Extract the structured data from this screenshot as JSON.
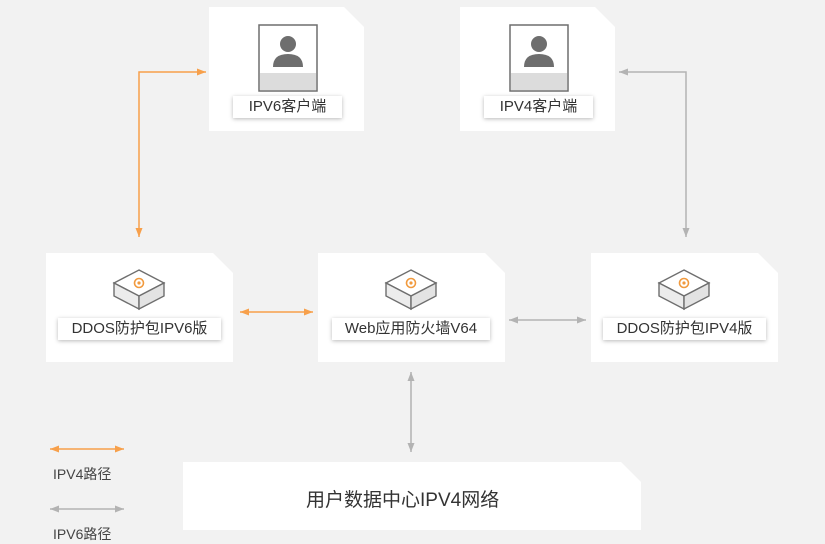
{
  "nodes": {
    "ipv6_client": "IPV6客户端",
    "ipv4_client": "IPV4客户端",
    "ddos_ipv6": "DDOS防护包IPV6版",
    "waf": "Web应用防火墙V64",
    "ddos_ipv4": "DDOS防护包IPV4版",
    "datacenter": "用户数据中心IPV4网络"
  },
  "legend": {
    "ipv4_path": "IPV4路径",
    "ipv6_path": "IPV6路径"
  },
  "colors": {
    "orange": "#f7a04b",
    "gray": "#b3b3b3",
    "icon_gray": "#6e6e6e",
    "icon_orange": "#f19a3e"
  },
  "icons": [
    "user-icon",
    "security-box-icon"
  ]
}
